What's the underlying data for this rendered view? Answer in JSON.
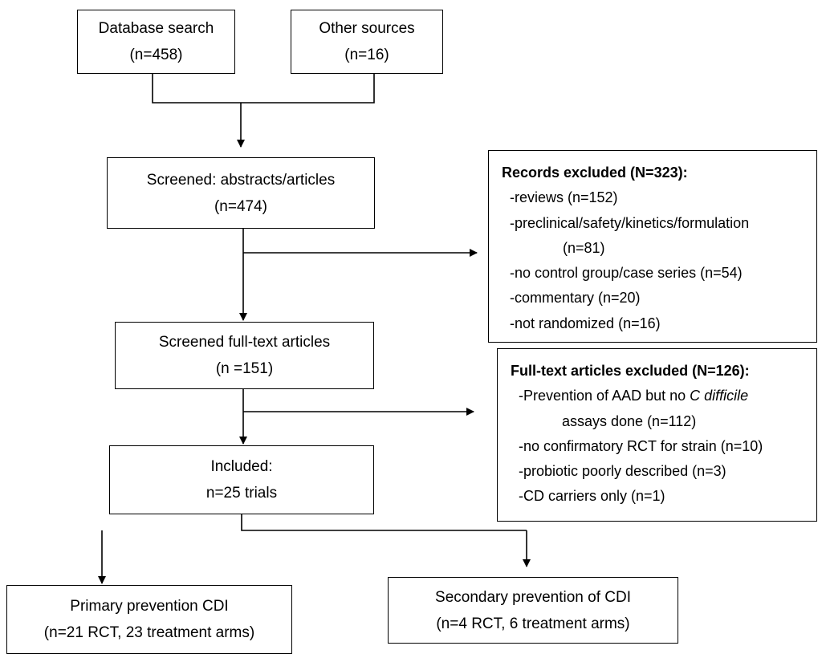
{
  "boxes": {
    "database": {
      "line1": "Database search",
      "line2": "(n=458)"
    },
    "other": {
      "line1": "Other sources",
      "line2": "(n=16)"
    },
    "screened": {
      "line1": "Screened: abstracts/articles",
      "line2": "(n=474)"
    },
    "fulltext": {
      "line1": "Screened full-text articles",
      "line2": "(n =151)"
    },
    "included": {
      "line1": "Included:",
      "line2": "n=25 trials"
    },
    "primary": {
      "line1": "Primary prevention CDI",
      "line2": "(n=21 RCT, 23 treatment arms)"
    },
    "secondary": {
      "line1": "Secondary prevention of CDI",
      "line2": "(n=4 RCT, 6 treatment arms)"
    }
  },
  "records_excluded": {
    "heading": "Records excluded (N=323):",
    "items": [
      "-reviews (n=152)",
      "-preclinical/safety/kinetics/formulation",
      "(n=81)",
      "-no control group/case series (n=54)",
      "-commentary (n=20)",
      "-not randomized (n=16)"
    ]
  },
  "fulltext_excluded": {
    "heading": "Full-text articles excluded (N=126):",
    "item1_prefix": "-Prevention of AAD but no ",
    "item1_italic": "C difficile",
    "item1_cont": "assays done (n=112)",
    "items": [
      "-no confirmatory RCT for strain (n=10)",
      "-probiotic poorly described (n=3)",
      "-CD carriers only (n=1)"
    ]
  }
}
